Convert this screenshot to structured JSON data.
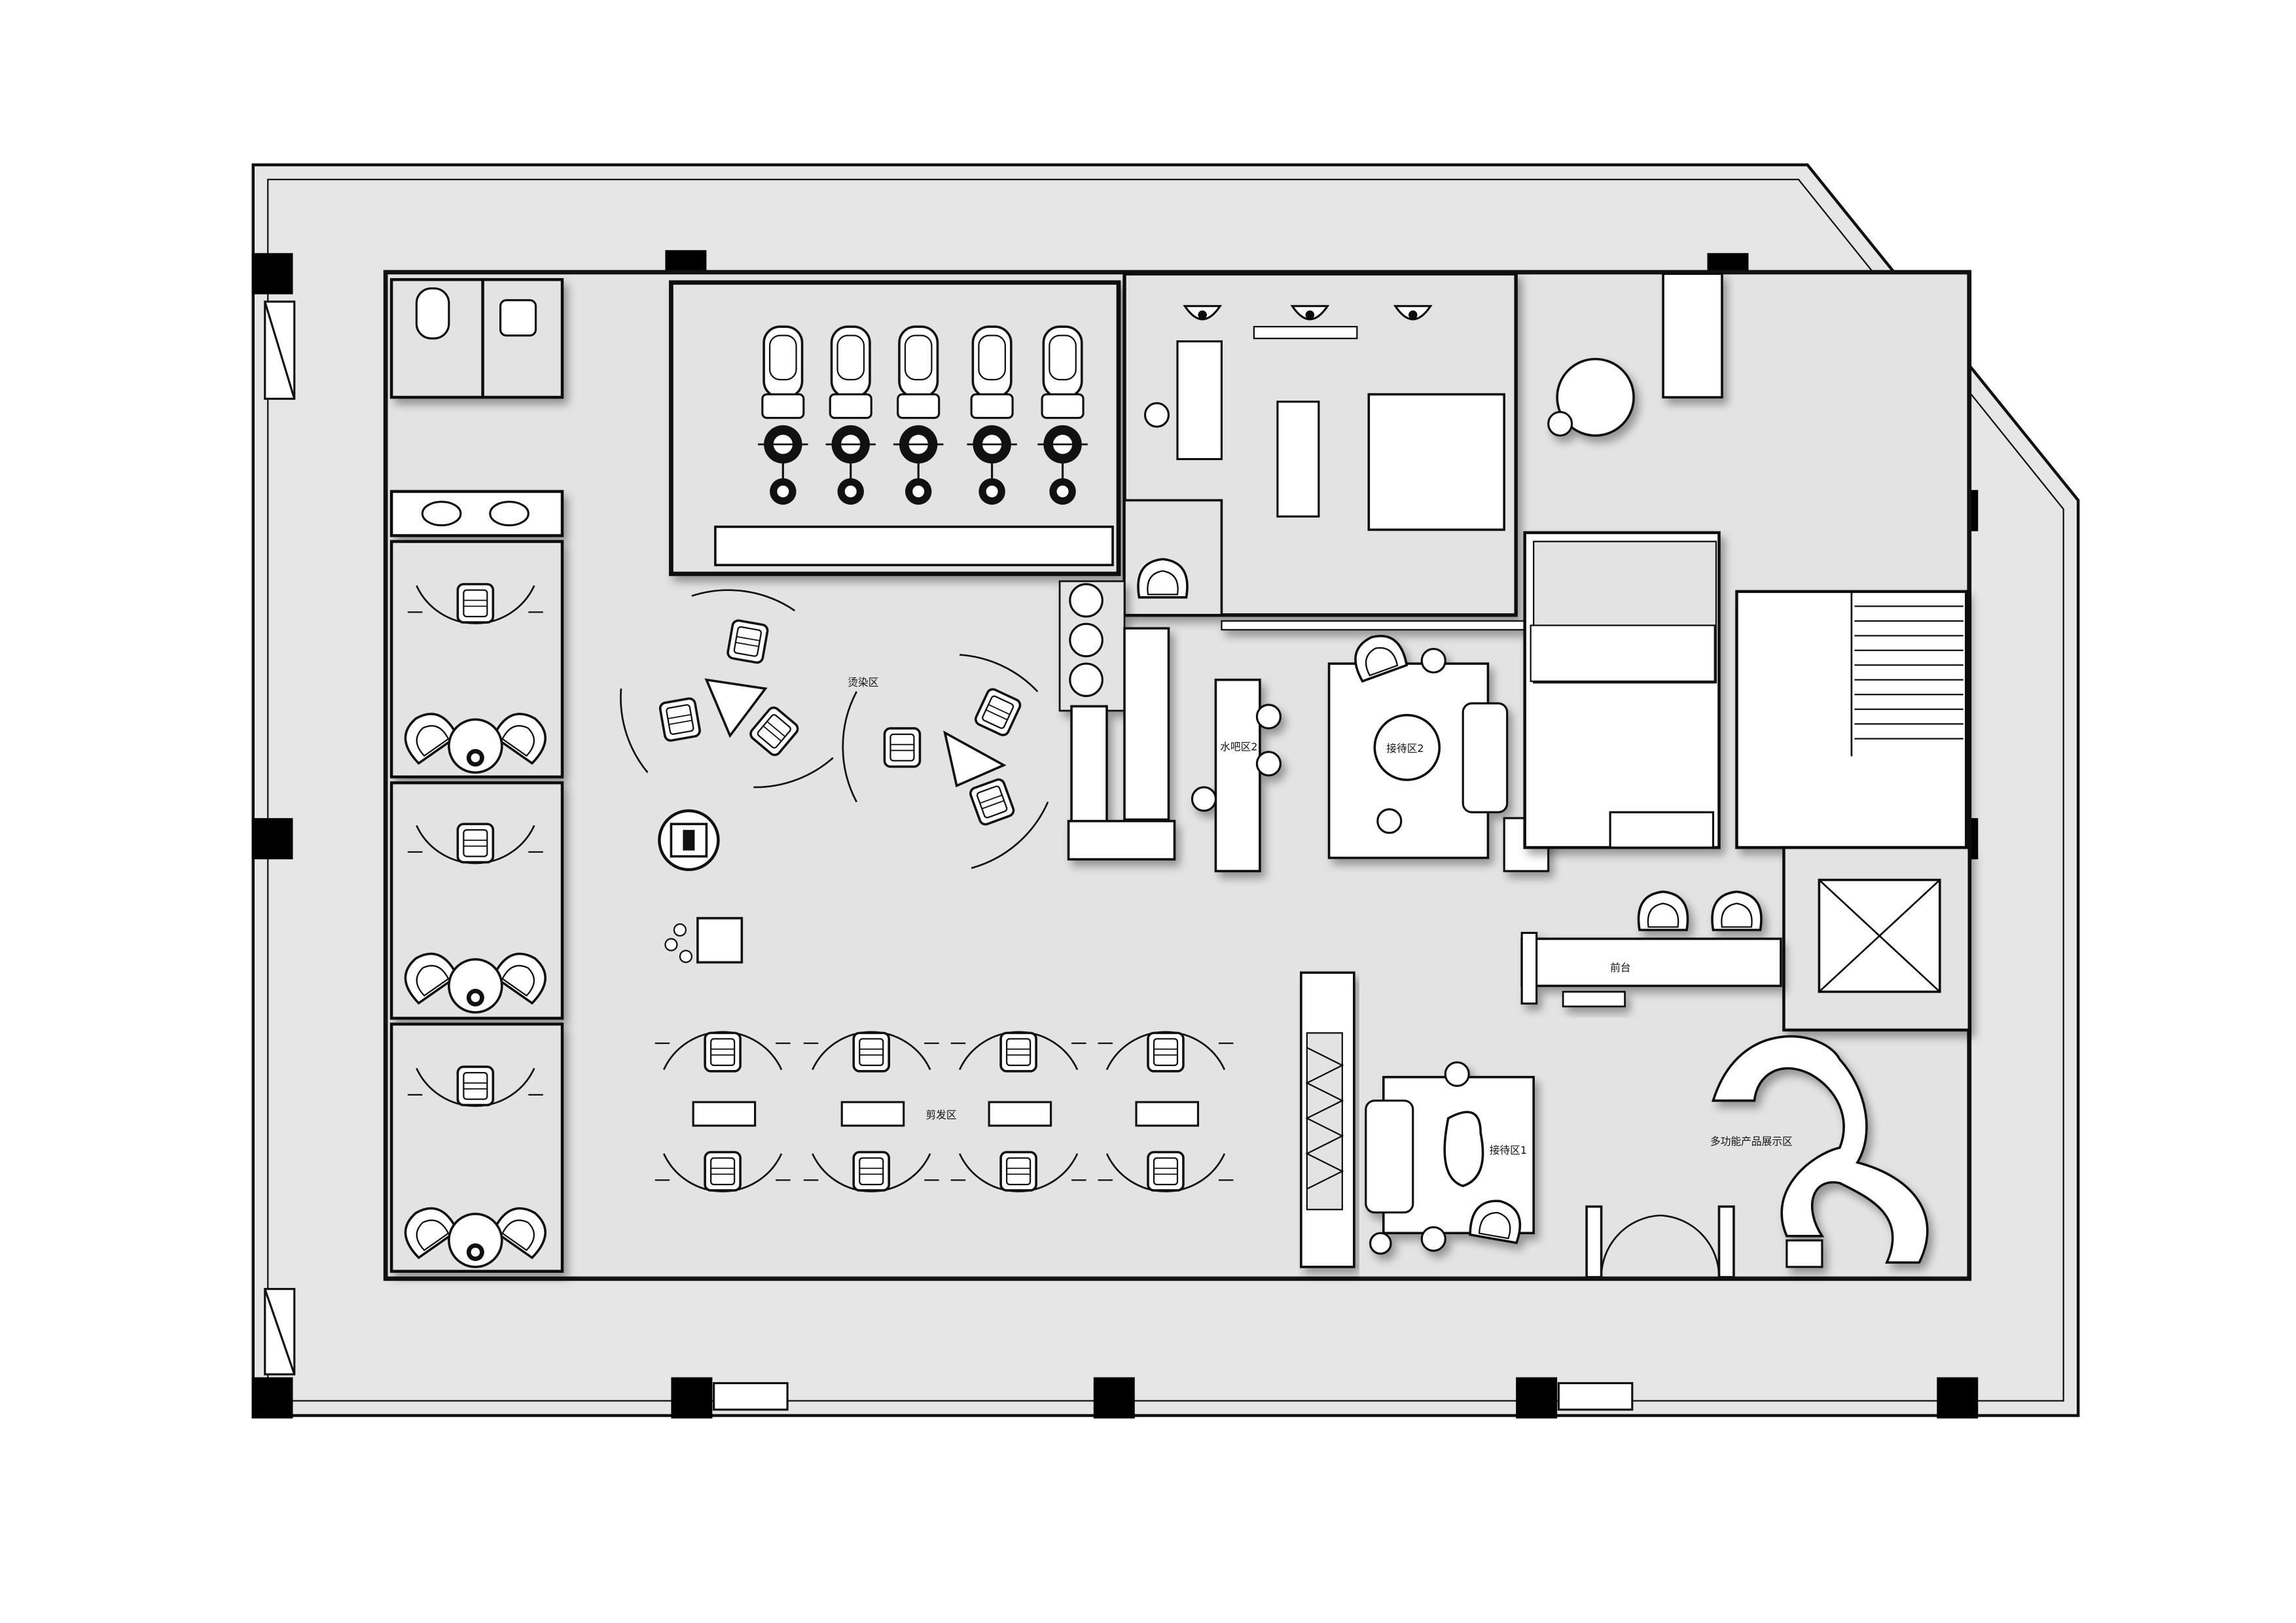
{
  "labels": {
    "perm_area": "烫染区",
    "bar_area": "水吧区2",
    "reception_2": "接待区2",
    "front_desk": "前台",
    "haircut_area": "剪发区",
    "reception_1": "接待区1",
    "product_display": "多功能产品展示区"
  },
  "colors": {
    "background": "#ffffff",
    "site_fill": "#e6e6e6",
    "interior_fill": "#e3e3e3",
    "wall": "#111111",
    "furniture_fill": "#ffffff"
  }
}
